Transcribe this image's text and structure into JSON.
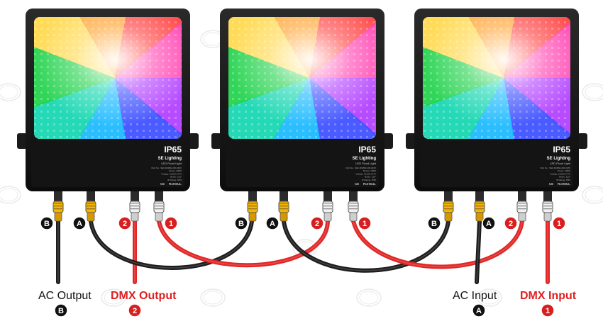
{
  "fixture": {
    "rating": "IP65",
    "brand": "SE Lighting",
    "product": "LED Flood Light",
    "spec_lines": [
      "Part No.: SEF-RGBW-200-DMX",
      "Power: 200W",
      "Voltage: AC100-277V",
      "Beam: 120°",
      "IP Rating: IP65"
    ],
    "cert_marks": [
      "CE",
      "RoHS",
      "UL"
    ],
    "panel_colors": [
      "#ffd84a",
      "#ff9f2a",
      "#ff3d3d",
      "#ff3fb0",
      "#b13dff",
      "#3b4dff",
      "#18b8ff",
      "#14d6b0",
      "#1fd14a"
    ]
  },
  "connectors": {
    "ac_a": "A",
    "ac_b": "B",
    "dmx_1": "1",
    "dmx_2": "2"
  },
  "labels": {
    "ac_output": "AC Output",
    "dmx_output": "DMX Output",
    "ac_input": "AC Input",
    "dmx_input": "DMX Input"
  },
  "colors": {
    "ac_cable": "#1c1c1c",
    "dmx_cable": "#e02626",
    "ac_badge": "#111111",
    "dmx_badge": "#d81f1f",
    "connector_yellow": "#f4b400",
    "watermark": "#d8d8d8"
  }
}
